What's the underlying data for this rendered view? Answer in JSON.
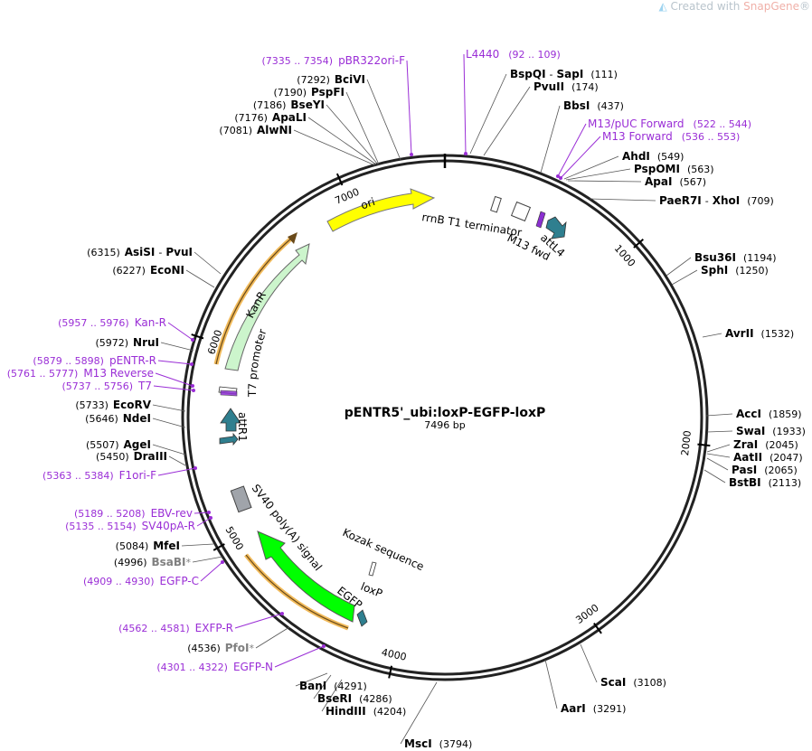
{
  "watermark": {
    "prefix": "Created with ",
    "brand": "SnapGene",
    "suffix": "®"
  },
  "plasmid": {
    "name": "pENTR5'_ubi:loxP-EGFP-loxP",
    "size_label": "7496 bp",
    "length": 7496
  },
  "ticks": [
    {
      "pos": 1000,
      "label": "1000"
    },
    {
      "pos": 2000,
      "label": "2000"
    },
    {
      "pos": 3000,
      "label": "3000"
    },
    {
      "pos": 4000,
      "label": "4000"
    },
    {
      "pos": 5000,
      "label": "5000"
    },
    {
      "pos": 6000,
      "label": "6000"
    },
    {
      "pos": 7000,
      "label": "7000"
    }
  ],
  "sites": [
    {
      "name": "BspQI",
      "name2": "SapI",
      "pos": "(111)",
      "bp": 111,
      "grey": false
    },
    {
      "name": "PvuII",
      "pos": "(174)",
      "bp": 174,
      "grey": false
    },
    {
      "name": "BbsI",
      "pos": "(437)",
      "bp": 437,
      "grey": false
    },
    {
      "name": "AhdI",
      "pos": "(549)",
      "bp": 549,
      "grey": false
    },
    {
      "name": "PspOMI",
      "pos": "(563)",
      "bp": 563,
      "grey": false
    },
    {
      "name": "ApaI",
      "pos": "(567)",
      "bp": 567,
      "grey": false
    },
    {
      "name": "PaeR7I",
      "name2": "XhoI",
      "pos": "(709)",
      "bp": 709,
      "grey": false
    },
    {
      "name": "Bsu36I",
      "pos": "(1194)",
      "bp": 1194,
      "grey": false
    },
    {
      "name": "SphI",
      "pos": "(1250)",
      "bp": 1250,
      "grey": false
    },
    {
      "name": "AvrII",
      "pos": "(1532)",
      "bp": 1532,
      "grey": false
    },
    {
      "name": "AccI",
      "pos": "(1859)",
      "bp": 1859,
      "grey": false
    },
    {
      "name": "SwaI",
      "pos": "(1933)",
      "bp": 1933,
      "grey": false
    },
    {
      "name": "ZraI",
      "pos": "(2045)",
      "bp": 2045,
      "grey": false
    },
    {
      "name": "AatII",
      "pos": "(2047)",
      "bp": 2047,
      "grey": false
    },
    {
      "name": "PasI",
      "pos": "(2065)",
      "bp": 2065,
      "grey": false
    },
    {
      "name": "BstBI",
      "pos": "(2113)",
      "bp": 2113,
      "grey": false
    },
    {
      "name": "ScaI",
      "pos": "(3108)",
      "bp": 3108,
      "grey": false
    },
    {
      "name": "AarI",
      "pos": "(3291)",
      "bp": 3291,
      "grey": false
    },
    {
      "name": "MscI",
      "pos": "(3794)",
      "bp": 3794,
      "grey": false
    },
    {
      "name": "HindIII",
      "pos": "(4204)",
      "bp": 4204,
      "grey": false
    },
    {
      "name": "BseRI",
      "pos": "(4286)",
      "bp": 4286,
      "grey": false
    },
    {
      "name": "BanI",
      "pos": "(4291)",
      "bp": 4291,
      "grey": false
    },
    {
      "name": "PfoI",
      "pos": "(4536)",
      "bp": 4536,
      "grey": true,
      "star": "*"
    },
    {
      "name": "BsaBI",
      "pos": "(4996)",
      "bp": 4996,
      "grey": true,
      "star": "*"
    },
    {
      "name": "MfeI",
      "pos": "(5084)",
      "bp": 5084,
      "grey": false
    },
    {
      "name": "DraIII",
      "pos": "(5450)",
      "bp": 5450,
      "grey": false
    },
    {
      "name": "AgeI",
      "pos": "(5507)",
      "bp": 5507,
      "grey": false
    },
    {
      "name": "NdeI",
      "pos": "(5646)",
      "bp": 5646,
      "grey": false
    },
    {
      "name": "EcoRV",
      "pos": "(5733)",
      "bp": 5733,
      "grey": false
    },
    {
      "name": "NruI",
      "pos": "(5972)",
      "bp": 5972,
      "grey": false
    },
    {
      "name": "EcoNI",
      "pos": "(6227)",
      "bp": 6227,
      "grey": false
    },
    {
      "name": "AsiSI",
      "name2": "PvuI",
      "pos": "(6315)",
      "bp": 6315,
      "grey": false
    },
    {
      "name": "AlwNI",
      "pos": "(7081)",
      "bp": 7081,
      "grey": false
    },
    {
      "name": "ApaLI",
      "pos": "(7176)",
      "bp": 7176,
      "grey": false
    },
    {
      "name": "BseYI",
      "pos": "(7186)",
      "bp": 7186,
      "grey": false
    },
    {
      "name": "PspFI",
      "pos": "(7190)",
      "bp": 7190,
      "grey": false
    },
    {
      "name": "BciVI",
      "pos": "(7292)",
      "bp": 7292,
      "grey": false
    }
  ],
  "primers": [
    {
      "name": "L4440",
      "range": "(92 .. 109)",
      "bp": 100
    },
    {
      "name": "M13/pUC Forward",
      "range": "(522 .. 544)",
      "bp": 533
    },
    {
      "name": "M13 Forward",
      "range": "(536 .. 553)",
      "bp": 544
    },
    {
      "name": "EGFP-N",
      "range": "(4301 .. 4322)",
      "bp": 4311
    },
    {
      "name": "EXFP-R",
      "range": "(4562 .. 4581)",
      "bp": 4571
    },
    {
      "name": "EGFP-C",
      "range": "(4909 .. 4930)",
      "bp": 4919
    },
    {
      "name": "SV40pA-R",
      "range": "(5135 .. 5154)",
      "bp": 5144
    },
    {
      "name": "EBV-rev",
      "range": "(5189 .. 5208)",
      "bp": 5198
    },
    {
      "name": "F1ori-F",
      "range": "(5363 .. 5384)",
      "bp": 5373
    },
    {
      "name": "T7",
      "range": "(5737 .. 5756)",
      "bp": 5746
    },
    {
      "name": "M13 Reverse",
      "range": "(5761 .. 5777)",
      "bp": 5769
    },
    {
      "name": "pENTR-R",
      "range": "(5879 .. 5898)",
      "bp": 5888
    },
    {
      "name": "Kan-R",
      "range": "(5957 .. 5976)",
      "bp": 5966
    },
    {
      "name": "pBR322ori-F",
      "range": "(7335 .. 7354)",
      "bp": 7344
    }
  ],
  "features": [
    {
      "name": "ori",
      "color": "#ffff00"
    },
    {
      "name": "KanR",
      "color": "#ccf5cc"
    },
    {
      "name": "EGFP",
      "color": "#00ff00"
    },
    {
      "name": "rrnB T1 terminator",
      "color": "#ffffff"
    },
    {
      "name": "attL4",
      "color": "#2f7f8f"
    },
    {
      "name": "M13 fwd",
      "color": "#8b2fd0"
    },
    {
      "name": "T7 promoter",
      "color": "#ffffff"
    },
    {
      "name": "attR1",
      "color": "#2f7f8f"
    },
    {
      "name": "SV40 poly(A) signal",
      "color": "#a0a4aa"
    },
    {
      "name": "Kozak sequence",
      "color": "#ffffff"
    },
    {
      "name": "loxP",
      "color": "#2f7f8f"
    }
  ]
}
